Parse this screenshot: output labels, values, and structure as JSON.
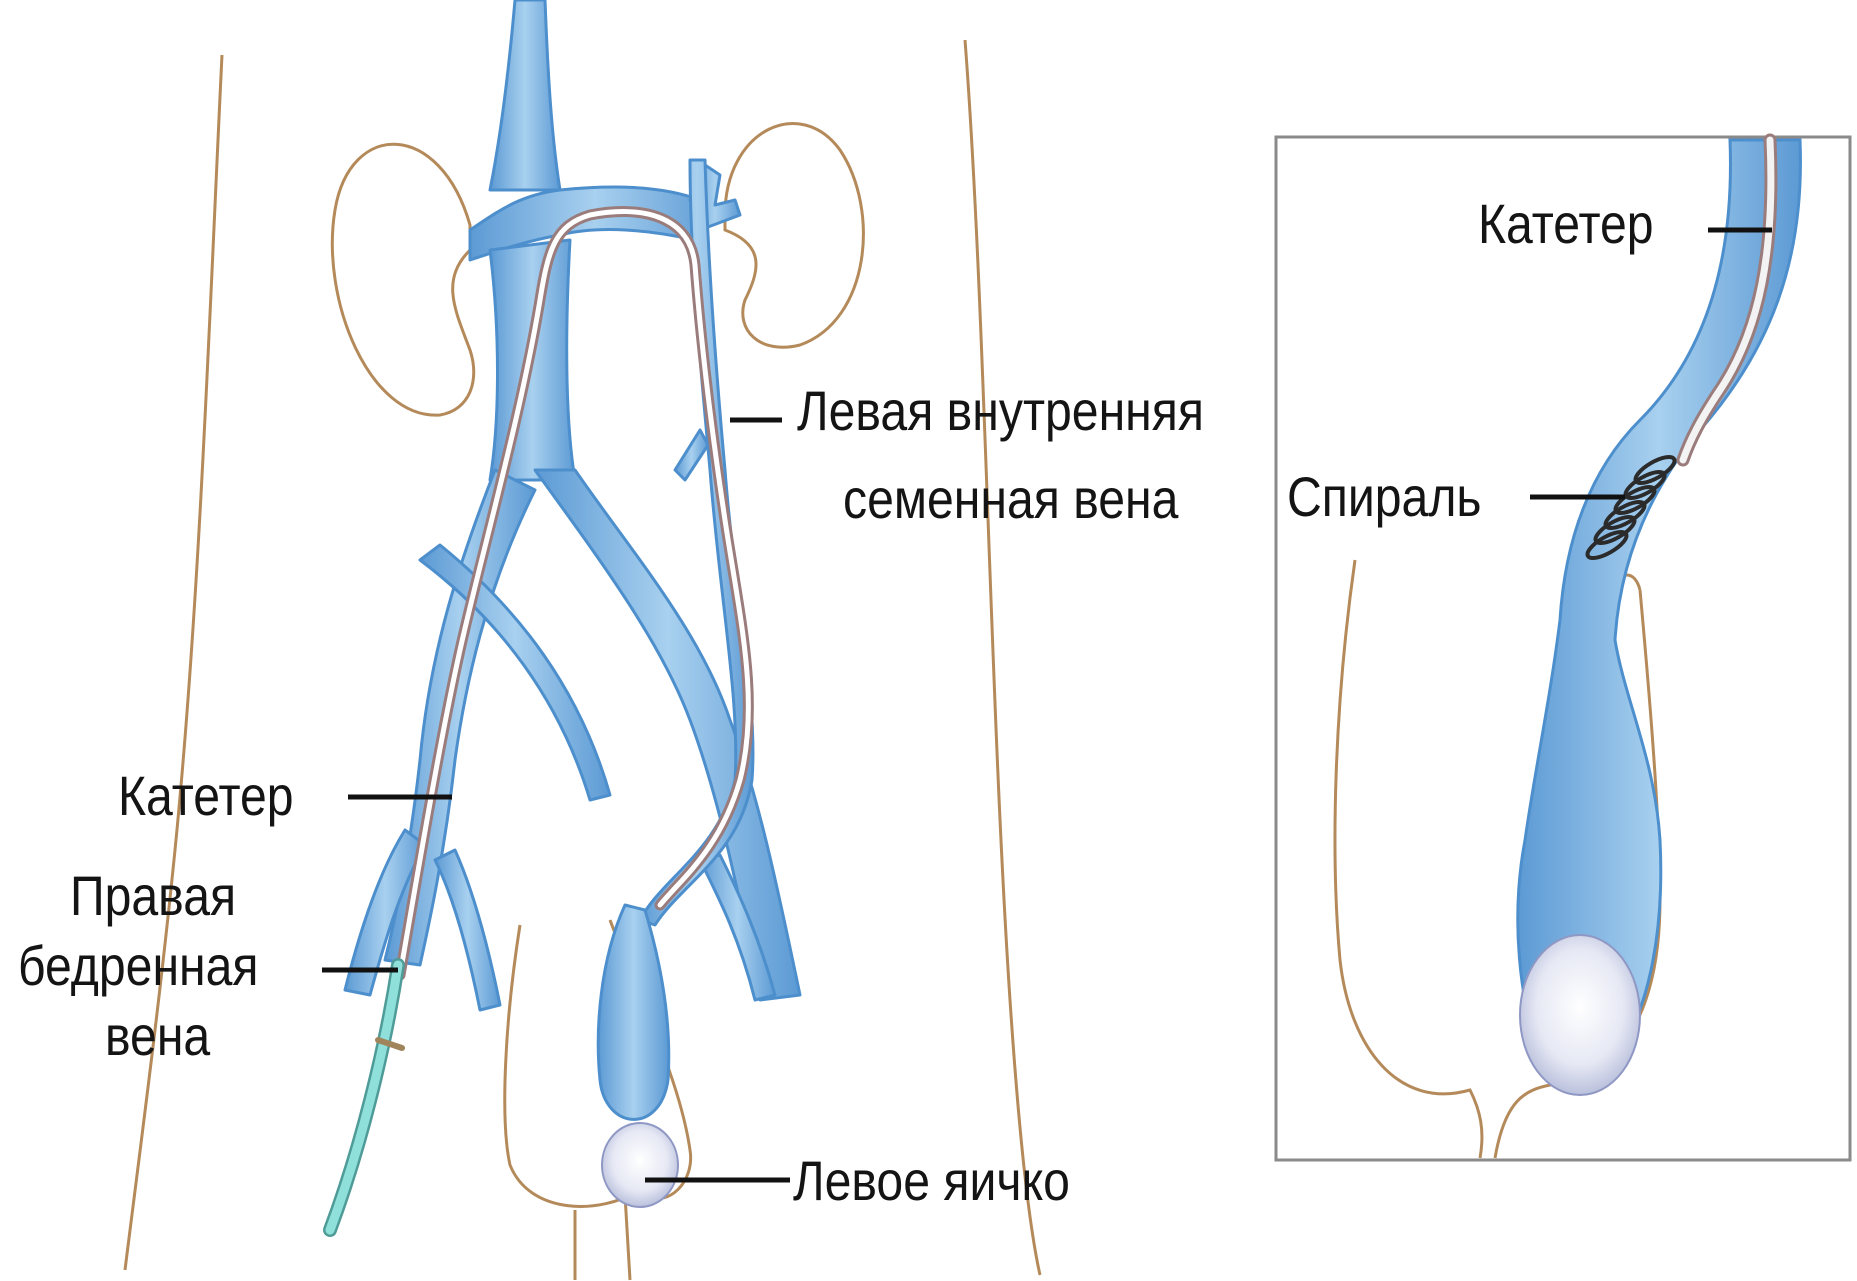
{
  "labels": {
    "catheter_main": "Катетер",
    "right_femoral_vein_line1": "Правая",
    "right_femoral_vein_line2": "бедренная",
    "right_femoral_vein_line3": "вена",
    "left_internal_spermatic_vein_line1": "Левая внутренняя",
    "left_internal_spermatic_vein_line2": "семенная вена",
    "left_testicle": "Левое яичко",
    "catheter_inset": "Катетер",
    "coil": "Спираль"
  },
  "colors": {
    "vein_fill": "#8fbde6",
    "vein_stroke": "#4d8fcc",
    "vein_highlight": "#c9e2f6",
    "anatomy_outline": "#b58a5a",
    "catheter_outer": "#9a7c7c",
    "catheter_inner": "#ffffff",
    "sheath": "#7ed3cf",
    "testicle": "#dfe3f2",
    "leader_line": "#111111",
    "inset_border": "#8a8a8a"
  }
}
